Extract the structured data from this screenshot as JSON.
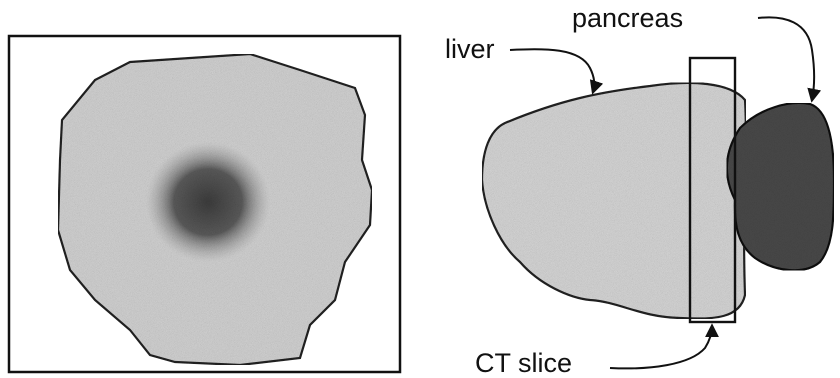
{
  "labels": {
    "pancreas": "pancreas",
    "liver": "liver",
    "ct_slice": "CT slice"
  },
  "colors": {
    "outline": "#1a1a1a",
    "liver_fill": "#d6d6d6",
    "lesion_fill": "#5a5a5a",
    "pancreas_fill": "#4a4a4a",
    "background": "#ffffff"
  }
}
